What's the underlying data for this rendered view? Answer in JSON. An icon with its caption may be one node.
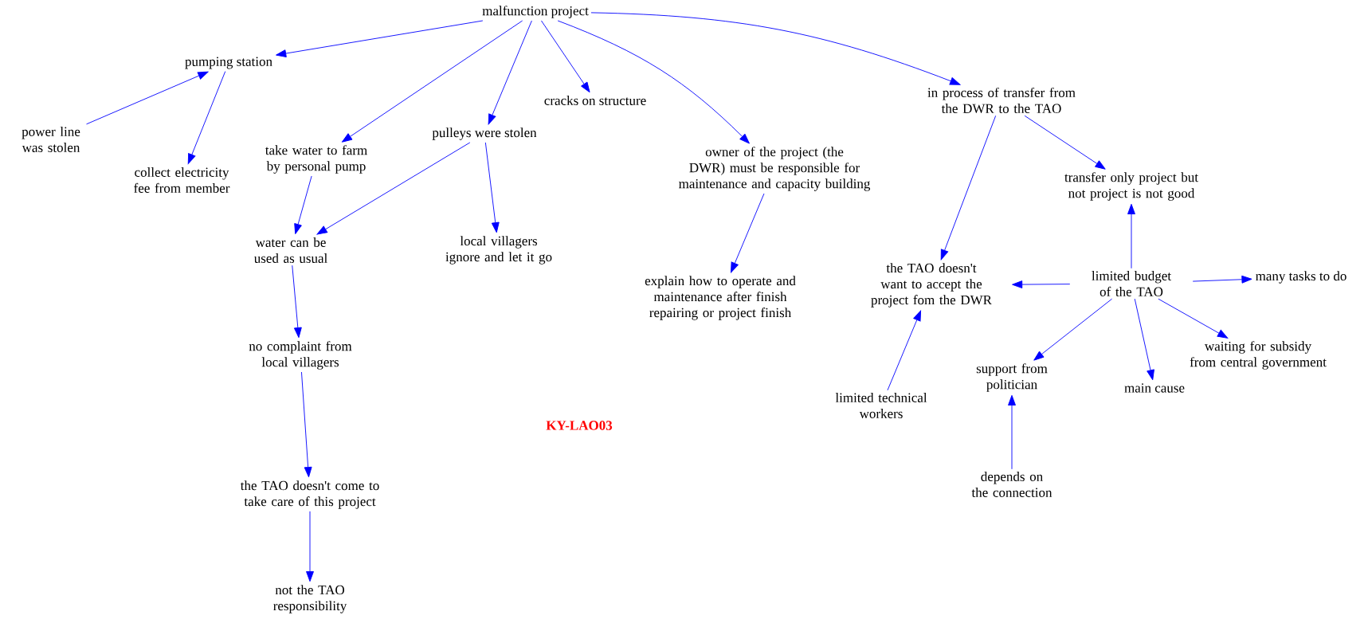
{
  "diagram": {
    "nodes": [
      {
        "text": [
          "malfunction project"
        ]
      },
      {
        "text": [
          "pumping station"
        ]
      },
      {
        "text": [
          "power line was stolen"
        ]
      },
      {
        "text": [
          "collect electricity fee from member"
        ]
      },
      {
        "text": [
          "take water to farm by personal pump"
        ]
      },
      {
        "text": [
          "pulleys were stolen"
        ]
      },
      {
        "text": [
          "cracks on structure"
        ]
      },
      {
        "text": [
          "owner of the project (the DWR) must be responsible for maintenance and capacity building"
        ]
      },
      {
        "text": [
          "in process of transfer from the DWR to the TAO"
        ]
      },
      {
        "text": [
          "water can be used as usual"
        ]
      },
      {
        "text": [
          "local villagers ignore and let it go"
        ]
      },
      {
        "text": [
          "explain how to operate and maintenance after finish repairing or project finish"
        ]
      },
      {
        "text": [
          "transfer only project but not project is not good"
        ]
      },
      {
        "text": [
          "the TAO doesn't want to accept the project fom the DWR"
        ]
      },
      {
        "text": [
          "limited budget of the TAO"
        ]
      },
      {
        "text": [
          "many tasks to do"
        ]
      },
      {
        "text": [
          "no complaint from local villagers"
        ]
      },
      {
        "text": [
          "support from politician"
        ]
      },
      {
        "text": [
          "main cause"
        ]
      },
      {
        "text": [
          "waiting for subsidy from central government"
        ]
      },
      {
        "text": [
          "limited technical workers"
        ]
      },
      {
        "text": [
          "the TAO doesn't come to take care of this project"
        ]
      },
      {
        "text": [
          "depends on the connection"
        ]
      },
      {
        "text": [
          "not the TAO responsibility"
        ]
      }
    ],
    "edges": [
      {
        "from": 0,
        "to": 1,
        "arrow": "to"
      },
      {
        "from": 2,
        "to": 1,
        "arrow": "to"
      },
      {
        "from": 1,
        "to": 3,
        "arrow": "to"
      },
      {
        "from": 0,
        "to": 4,
        "arrow": "to"
      },
      {
        "from": 0,
        "to": 5,
        "arrow": "to"
      },
      {
        "from": 0,
        "to": 6,
        "arrow": "to"
      },
      {
        "from": 0,
        "to": 7,
        "arrow": "to"
      },
      {
        "from": 0,
        "to": 8,
        "arrow": "to"
      },
      {
        "from": 4,
        "to": 9,
        "arrow": "to"
      },
      {
        "from": 5,
        "to": 9,
        "arrow": "to"
      },
      {
        "from": 5,
        "to": 10,
        "arrow": "to"
      },
      {
        "from": 7,
        "to": 11,
        "arrow": "to"
      },
      {
        "from": 8,
        "to": 13,
        "arrow": "to"
      },
      {
        "from": 8,
        "to": 12,
        "arrow": "to"
      },
      {
        "from": 14,
        "to": 12,
        "arrow": "to"
      },
      {
        "from": 14,
        "to": 13,
        "arrow": "to"
      },
      {
        "from": 14,
        "to": 15,
        "arrow": "to"
      },
      {
        "from": 14,
        "to": 17,
        "arrow": "to"
      },
      {
        "from": 14,
        "to": 18,
        "arrow": "to"
      },
      {
        "from": 14,
        "to": 19,
        "arrow": "to"
      },
      {
        "from": 20,
        "to": 13,
        "arrow": "to"
      },
      {
        "from": 22,
        "to": 17,
        "arrow": "to"
      },
      {
        "from": 9,
        "to": 16,
        "arrow": "to"
      },
      {
        "from": 16,
        "to": 21,
        "arrow": "to"
      },
      {
        "from": 21,
        "to": 23,
        "arrow": "to"
      }
    ],
    "labels": [
      "KY-LAO03"
    ]
  }
}
